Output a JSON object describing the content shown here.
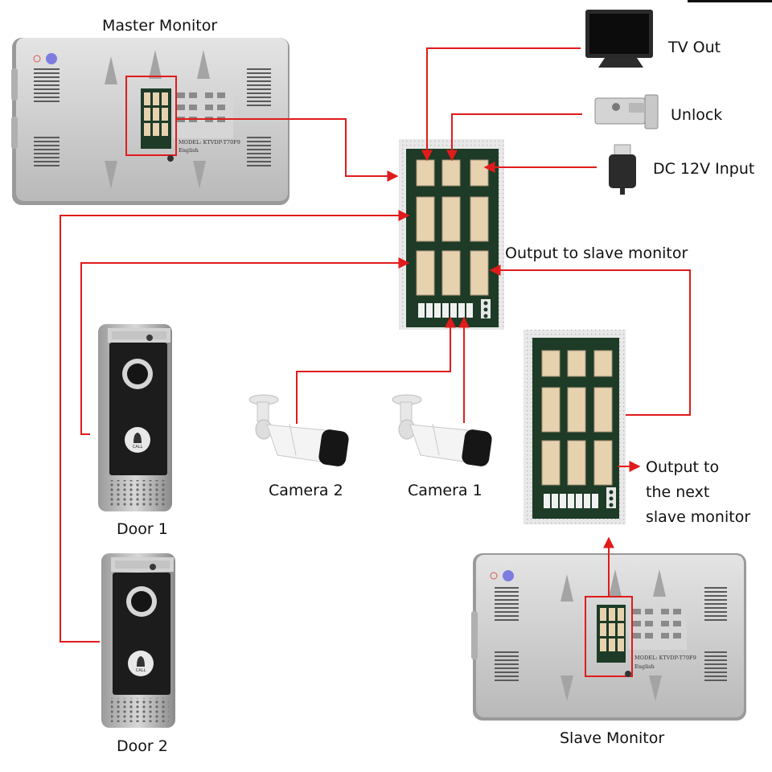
{
  "labels": {
    "master_monitor": "Master Monitor",
    "tv_out": "TV Out",
    "unlock": "Unlock",
    "dc_input": "DC 12V Input",
    "output_slave": "Output to slave monitor",
    "output_next_1": "Output to",
    "output_next_2": "the next",
    "output_next_3": "slave monitor",
    "camera_2": "Camera 2",
    "camera_1": "Camera 1",
    "door_1": "Door 1",
    "door_2": "Door 2",
    "slave_monitor": "Slave Monitor"
  },
  "plate_text": {
    "model": "MODEL: KTVDP-T70F9",
    "language": "English"
  },
  "door_button": {
    "call": "CALL"
  },
  "colors": {
    "wire": "#e11b1b",
    "silver": "#c9c9c9",
    "pcb": "#1d3b26",
    "connector": "#e7d2b0",
    "door_face": "#1c1c1c"
  },
  "icons": {
    "tv": "tv-icon",
    "lock": "electric-lock-icon",
    "adapter": "power-adapter-icon",
    "camera": "bullet-camera-icon",
    "door": "door-station-icon",
    "monitor": "monitor-back-icon"
  }
}
